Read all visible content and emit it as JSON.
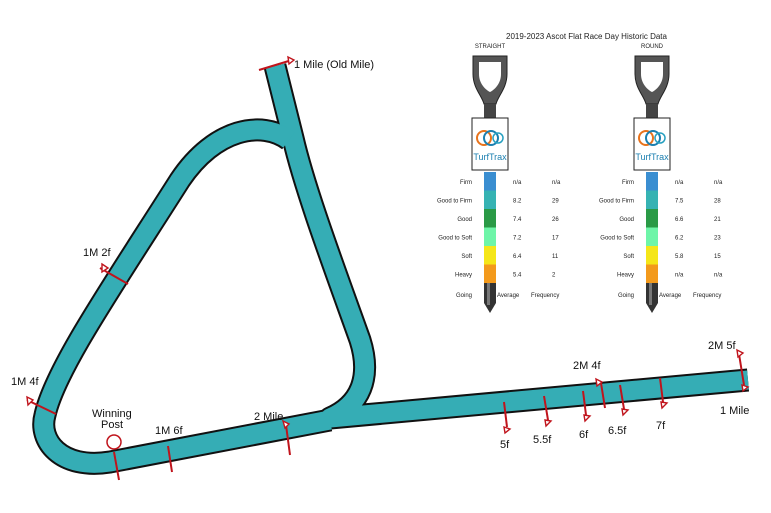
{
  "header": {
    "title": "2019-2023 Ascot Flat Race Day Historic Data"
  },
  "track": {
    "color": "#35adb5",
    "markers": [
      {
        "id": "1m-old",
        "label": "1 Mile (Old Mile)"
      },
      {
        "id": "1m2f",
        "label": "1M 2f"
      },
      {
        "id": "1m4f",
        "label": "1M 4f"
      },
      {
        "id": "winning-post",
        "label": "Winning Post"
      },
      {
        "id": "1m6f",
        "label": "1M 6f"
      },
      {
        "id": "2m",
        "label": "2 Mile"
      },
      {
        "id": "5f",
        "label": "5f"
      },
      {
        "id": "5-5f",
        "label": "5.5f"
      },
      {
        "id": "6f",
        "label": "6f"
      },
      {
        "id": "2m4f",
        "label": "2M 4f"
      },
      {
        "id": "6-5f",
        "label": "6.5f"
      },
      {
        "id": "7f",
        "label": "7f"
      },
      {
        "id": "2m5f",
        "label": "2M 5f"
      },
      {
        "id": "1mile",
        "label": "1 Mile"
      }
    ]
  },
  "brand": {
    "name": "TurfTrax"
  },
  "gauges": [
    {
      "name": "STRAIGHT",
      "rows": [
        {
          "going": "Firm",
          "color": "#3a8ed1",
          "average": "n/a",
          "frequency": "n/a"
        },
        {
          "going": "Good to Firm",
          "color": "#36b3b3",
          "average": "8.2",
          "frequency": "29"
        },
        {
          "going": "Good",
          "color": "#2a9a46",
          "average": "7.4",
          "frequency": "26"
        },
        {
          "going": "Good to Soft",
          "color": "#6ef5a8",
          "average": "7.2",
          "frequency": "17"
        },
        {
          "going": "Soft",
          "color": "#f5e619",
          "average": "6.4",
          "frequency": "11"
        },
        {
          "going": "Heavy",
          "color": "#f39a1c",
          "average": "5.4",
          "frequency": "2"
        }
      ]
    },
    {
      "name": "ROUND",
      "rows": [
        {
          "going": "Firm",
          "color": "#3a8ed1",
          "average": "n/a",
          "frequency": "n/a"
        },
        {
          "going": "Good to Firm",
          "color": "#36b3b3",
          "average": "7.5",
          "frequency": "28"
        },
        {
          "going": "Good",
          "color": "#2a9a46",
          "average": "6.6",
          "frequency": "21"
        },
        {
          "going": "Good to Soft",
          "color": "#6ef5a8",
          "average": "6.2",
          "frequency": "23"
        },
        {
          "going": "Soft",
          "color": "#f5e619",
          "average": "5.8",
          "frequency": "15"
        },
        {
          "going": "Heavy",
          "color": "#f39a1c",
          "average": "n/a",
          "frequency": "n/a"
        }
      ]
    }
  ],
  "footer": {
    "going": "Going",
    "average": "Average",
    "frequency": "Frequency"
  }
}
